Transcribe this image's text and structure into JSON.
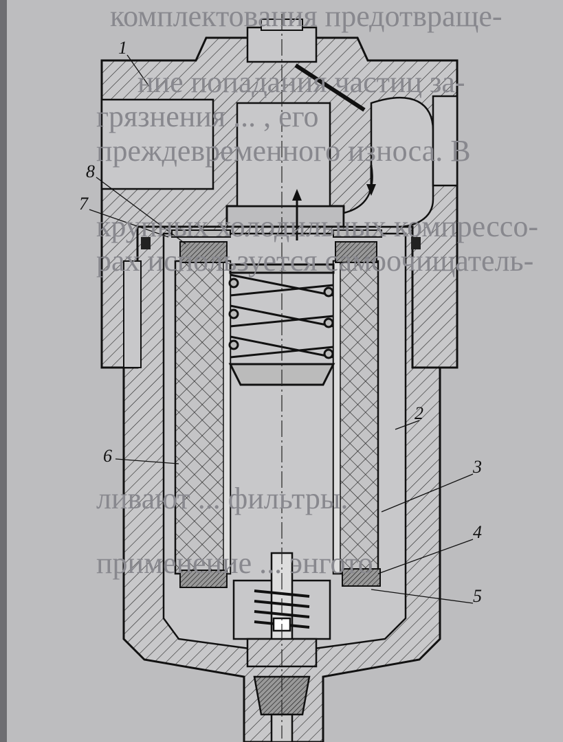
{
  "figure": {
    "labels": [
      "1",
      "2",
      "3",
      "4",
      "5",
      "6",
      "7",
      "8"
    ]
  },
  "ghost_text": [
    "комплектования предотвраще-",
    "ние попадания частиц за-",
    "грязнения ... , его",
    "преждевременного износа. В",
    "крупных холодильных компрессо-",
    "рах используется самоочищатель-",
    "ливают ... фильтры.",
    "применение ... энгото"
  ],
  "colors": {
    "paper": "#bdbdbf",
    "ink": "#151515",
    "ghost": "#9d9da3"
  }
}
